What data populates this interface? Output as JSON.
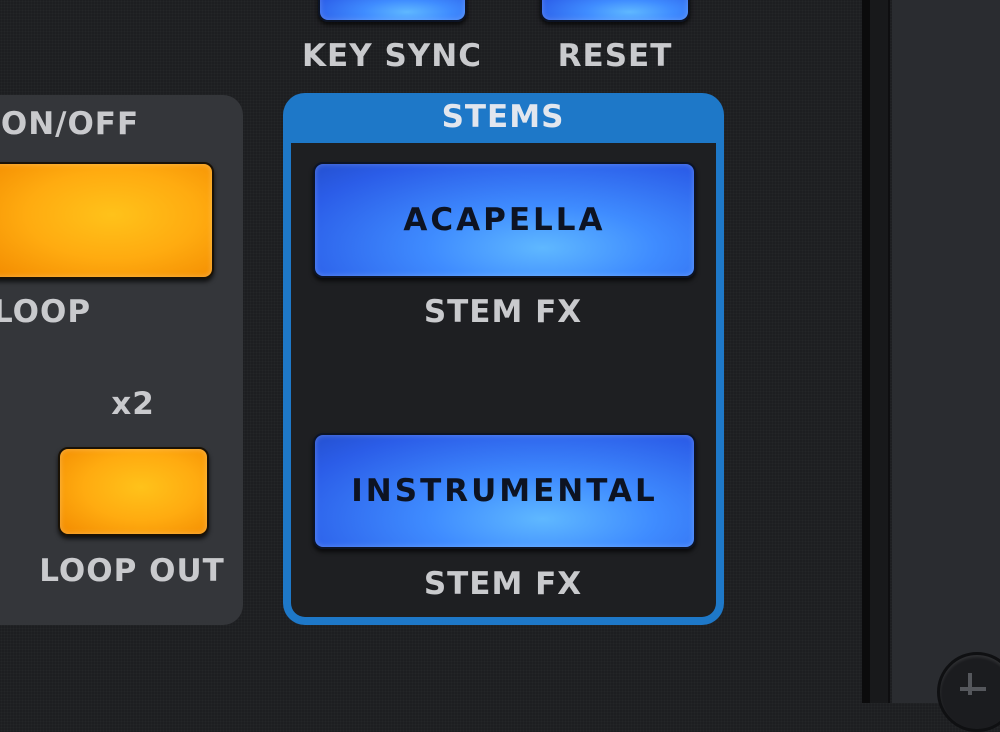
{
  "top_buttons": [
    {
      "label": "KEY SYNC"
    },
    {
      "label": "RESET"
    }
  ],
  "loop_section": {
    "title": "ON/OFF",
    "loop_label": "LOOP",
    "multiplier_label": "x2",
    "loop_out_label": "LOOP OUT"
  },
  "stems": {
    "title": "STEMS",
    "buttons": [
      {
        "label": "ACAPELLA",
        "sub_label": "STEM FX"
      },
      {
        "label": "INSTRUMENTAL",
        "sub_label": "STEM FX"
      }
    ]
  },
  "colors": {
    "stems_accent": "#1e78c8",
    "button_blue": "#3f8cff",
    "button_orange": "#ffab10"
  }
}
